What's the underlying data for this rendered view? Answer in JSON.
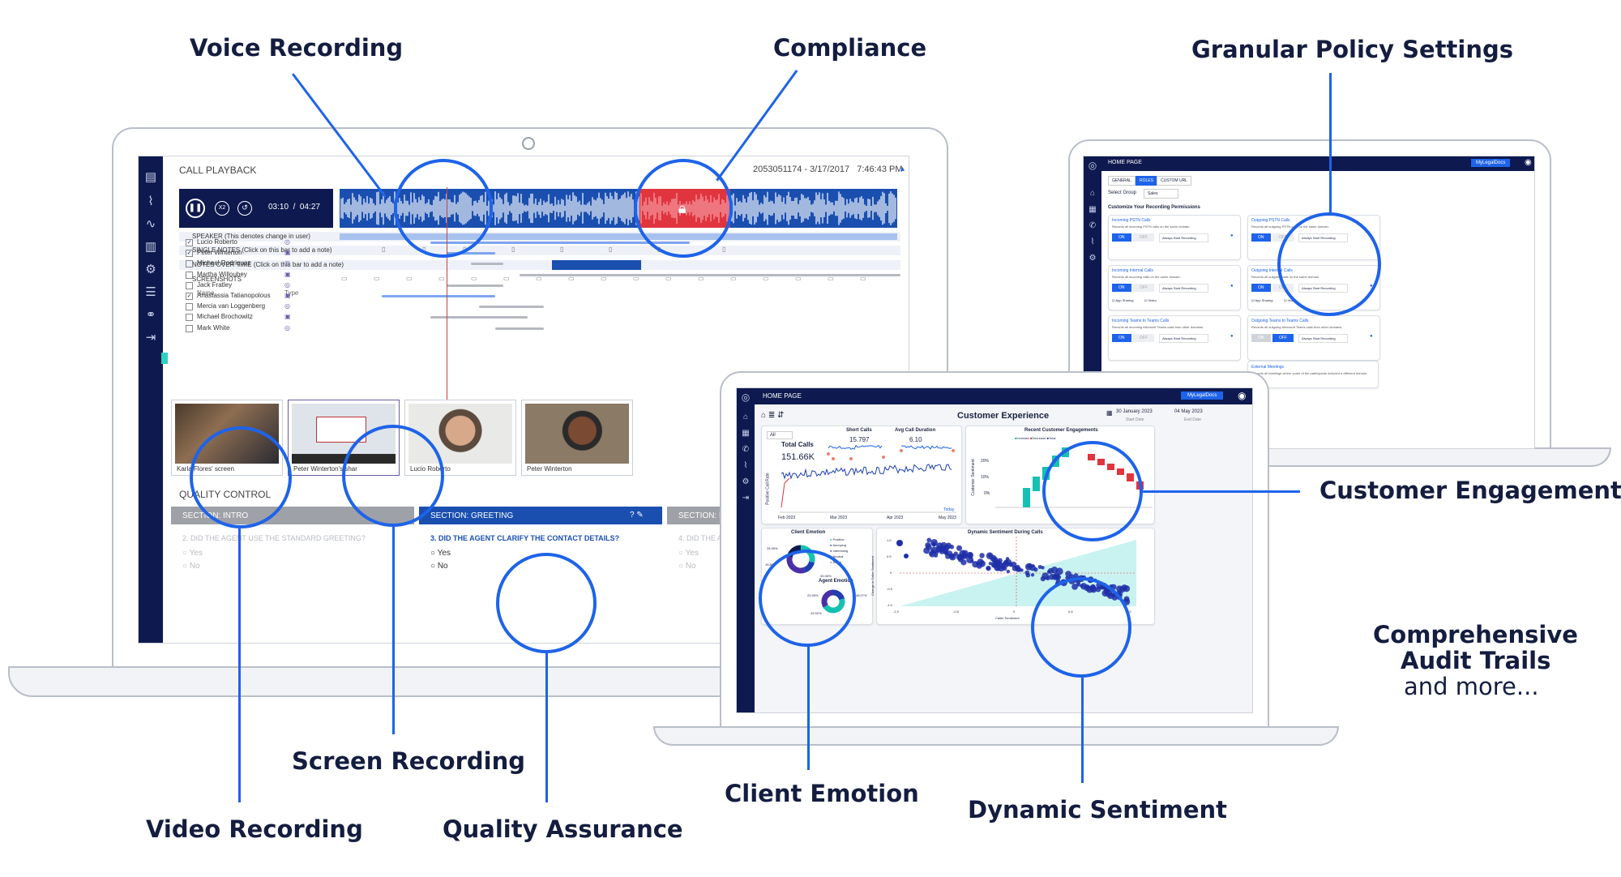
{
  "labels": {
    "voice_recording": "Voice Recording",
    "compliance": "Compliance",
    "granular_policy": "Granular Policy Settings",
    "customer_engagement": "Customer Engagement",
    "screen_recording": "Screen Recording",
    "video_recording": "Video Recording",
    "quality_assurance": "Quality Assurance",
    "client_emotion": "Client Emotion",
    "dynamic_sentiment": "Dynamic Sentiment",
    "audit_line1": "Comprehensive",
    "audit_line2": "Audit Trails",
    "audit_line3": "and more..."
  },
  "colors": {
    "accent": "#1e63e9",
    "nav": "#0e1a4f",
    "waveform_bg": "#1a4fb0",
    "compliance_red": "#e0343f"
  },
  "playback": {
    "title": "CALL PLAYBACK",
    "call_info": "2053051174 - 3/17/2017   7:46:43 PM",
    "time": "03:10  /  04:27",
    "speed": "X2",
    "speaker": "SPEAKER (This denotes change in user)",
    "single_notes": "SINGLE NOTES (Click on this bar to add a note)",
    "notes_over_time": "NOTES OVER TIME (Click on this bar to add a note)",
    "screenshots": "SCREENSHOTS",
    "col_name": "Name",
    "col_type": "Type",
    "participants": [
      {
        "name": "Lucio Roberto",
        "checked": true
      },
      {
        "name": "Peter Winterton",
        "checked": true
      },
      {
        "name": "Michael Rodriquez",
        "checked": false
      },
      {
        "name": "Martha Willoubey",
        "checked": false
      },
      {
        "name": "Jack Fratley",
        "checked": false
      },
      {
        "name": "Anastassia Tatianopolous",
        "checked": true
      },
      {
        "name": "Mercia van Loggenberg",
        "checked": false
      },
      {
        "name": "Michael Brochowitz",
        "checked": false
      },
      {
        "name": "Mark White",
        "checked": false
      }
    ],
    "thumbs": [
      "Karla Flores' screen",
      "Peter Winterton's shar",
      "Lucio Roberto",
      "Peter Winterton"
    ]
  },
  "quality": {
    "title": "QUALITY CONTROL",
    "sections": [
      {
        "label": "SECTION: INTRO",
        "question": "2. DID THE AGENT USE THE STANDARD GREETING?"
      },
      {
        "label": "SECTION: GREETING",
        "question": "3. DID THE AGENT CLARIFY THE CONTACT DETAILS?"
      },
      {
        "label": "SECTION: PRO",
        "question": "4. DID THE AGE"
      }
    ],
    "yes": "Yes",
    "no": "No"
  },
  "policy": {
    "title": "HOME PAGE",
    "user": "MyLegalDocs",
    "tabs": [
      "GENERAL",
      "ROLES",
      "CUSTOM URL"
    ],
    "select_group_label": "Select Group",
    "select_group_value": "Sales",
    "heading": "Customize Your Recording Permissions",
    "on": "ON",
    "off": "OFF",
    "always_start": "Always Start Recording",
    "app_sharing": "App Sharing",
    "video": "Video",
    "blocks": [
      {
        "title": "Incoming PSTN Calls",
        "desc": "Records all incoming PSTN calls on the same domain."
      },
      {
        "title": "Outgoing PSTN Calls",
        "desc": "Records all outgoing PSTN calls on the same domain."
      },
      {
        "title": "Incoming Internal Calls",
        "desc": "Records all incoming calls on the same domain."
      },
      {
        "title": "Outgoing Internal Calls",
        "desc": "Records all outgoing calls on the same domain."
      },
      {
        "title": "Incoming Teams to Teams Calls",
        "desc": "Records all incoming Microsoft Teams calls from other domains."
      },
      {
        "title": "Outgoing Teams to Teams Calls",
        "desc": "Records all outgoing Microsoft Teams calls from other domains."
      }
    ],
    "external_title": "External Meetings",
    "external_desc": "Records all meetings where some of the participants included a different domain."
  },
  "cx": {
    "title": "HOME PAGE",
    "user": "MyLegalDocs",
    "heading": "Customer Experience",
    "start_date": "30 January 2023",
    "start_label": "Start Date",
    "end_date": "04 May 2023",
    "end_label": "End Date",
    "filter": "All",
    "total_calls_label": "Total Calls",
    "total_calls_value": "151.66K",
    "short_calls_label": "Short Calls",
    "short_calls_value": "15.797",
    "avg_duration_label": "Avg Call Duration",
    "avg_duration_value": "6.10",
    "y_axis": "Positive Call Rate",
    "x_ticks": [
      "Feb 2023",
      "Mar 2023",
      "Apr 2023",
      "May 2023"
    ],
    "today": "Today",
    "engagement_title": "Recent Customer Engagements",
    "engagement_legend": [
      "Increase",
      "Decrease",
      "Total"
    ],
    "engagement_axis": "Customer Sentiment",
    "engagement_ticks": [
      "20%",
      "10%",
      "0%"
    ],
    "client_emotion_title": "Client Emotion",
    "emotion_legend": [
      "Positive",
      "Annoying",
      "Interesting",
      "Neutral",
      "Bored"
    ],
    "client_emotion_pcts": [
      "28.95%",
      "15.8%",
      "34.08%"
    ],
    "agent_emotion_title": "Agent Emotion",
    "agent_emotion_pcts": [
      "20.95%",
      "45.07%",
      "33.92%"
    ],
    "sentiment_title": "Dynamic Sentiment During Calls",
    "sentiment_x": "Caller Sentiment",
    "sentiment_y": "Change in Caller Sentiment",
    "sentiment_xticks": [
      "-1.0",
      "-0.5",
      "0",
      "0.5",
      "1.0"
    ],
    "sentiment_yticks": [
      "1.0",
      "0.5",
      "0",
      "-0.5",
      "-1.0"
    ]
  }
}
